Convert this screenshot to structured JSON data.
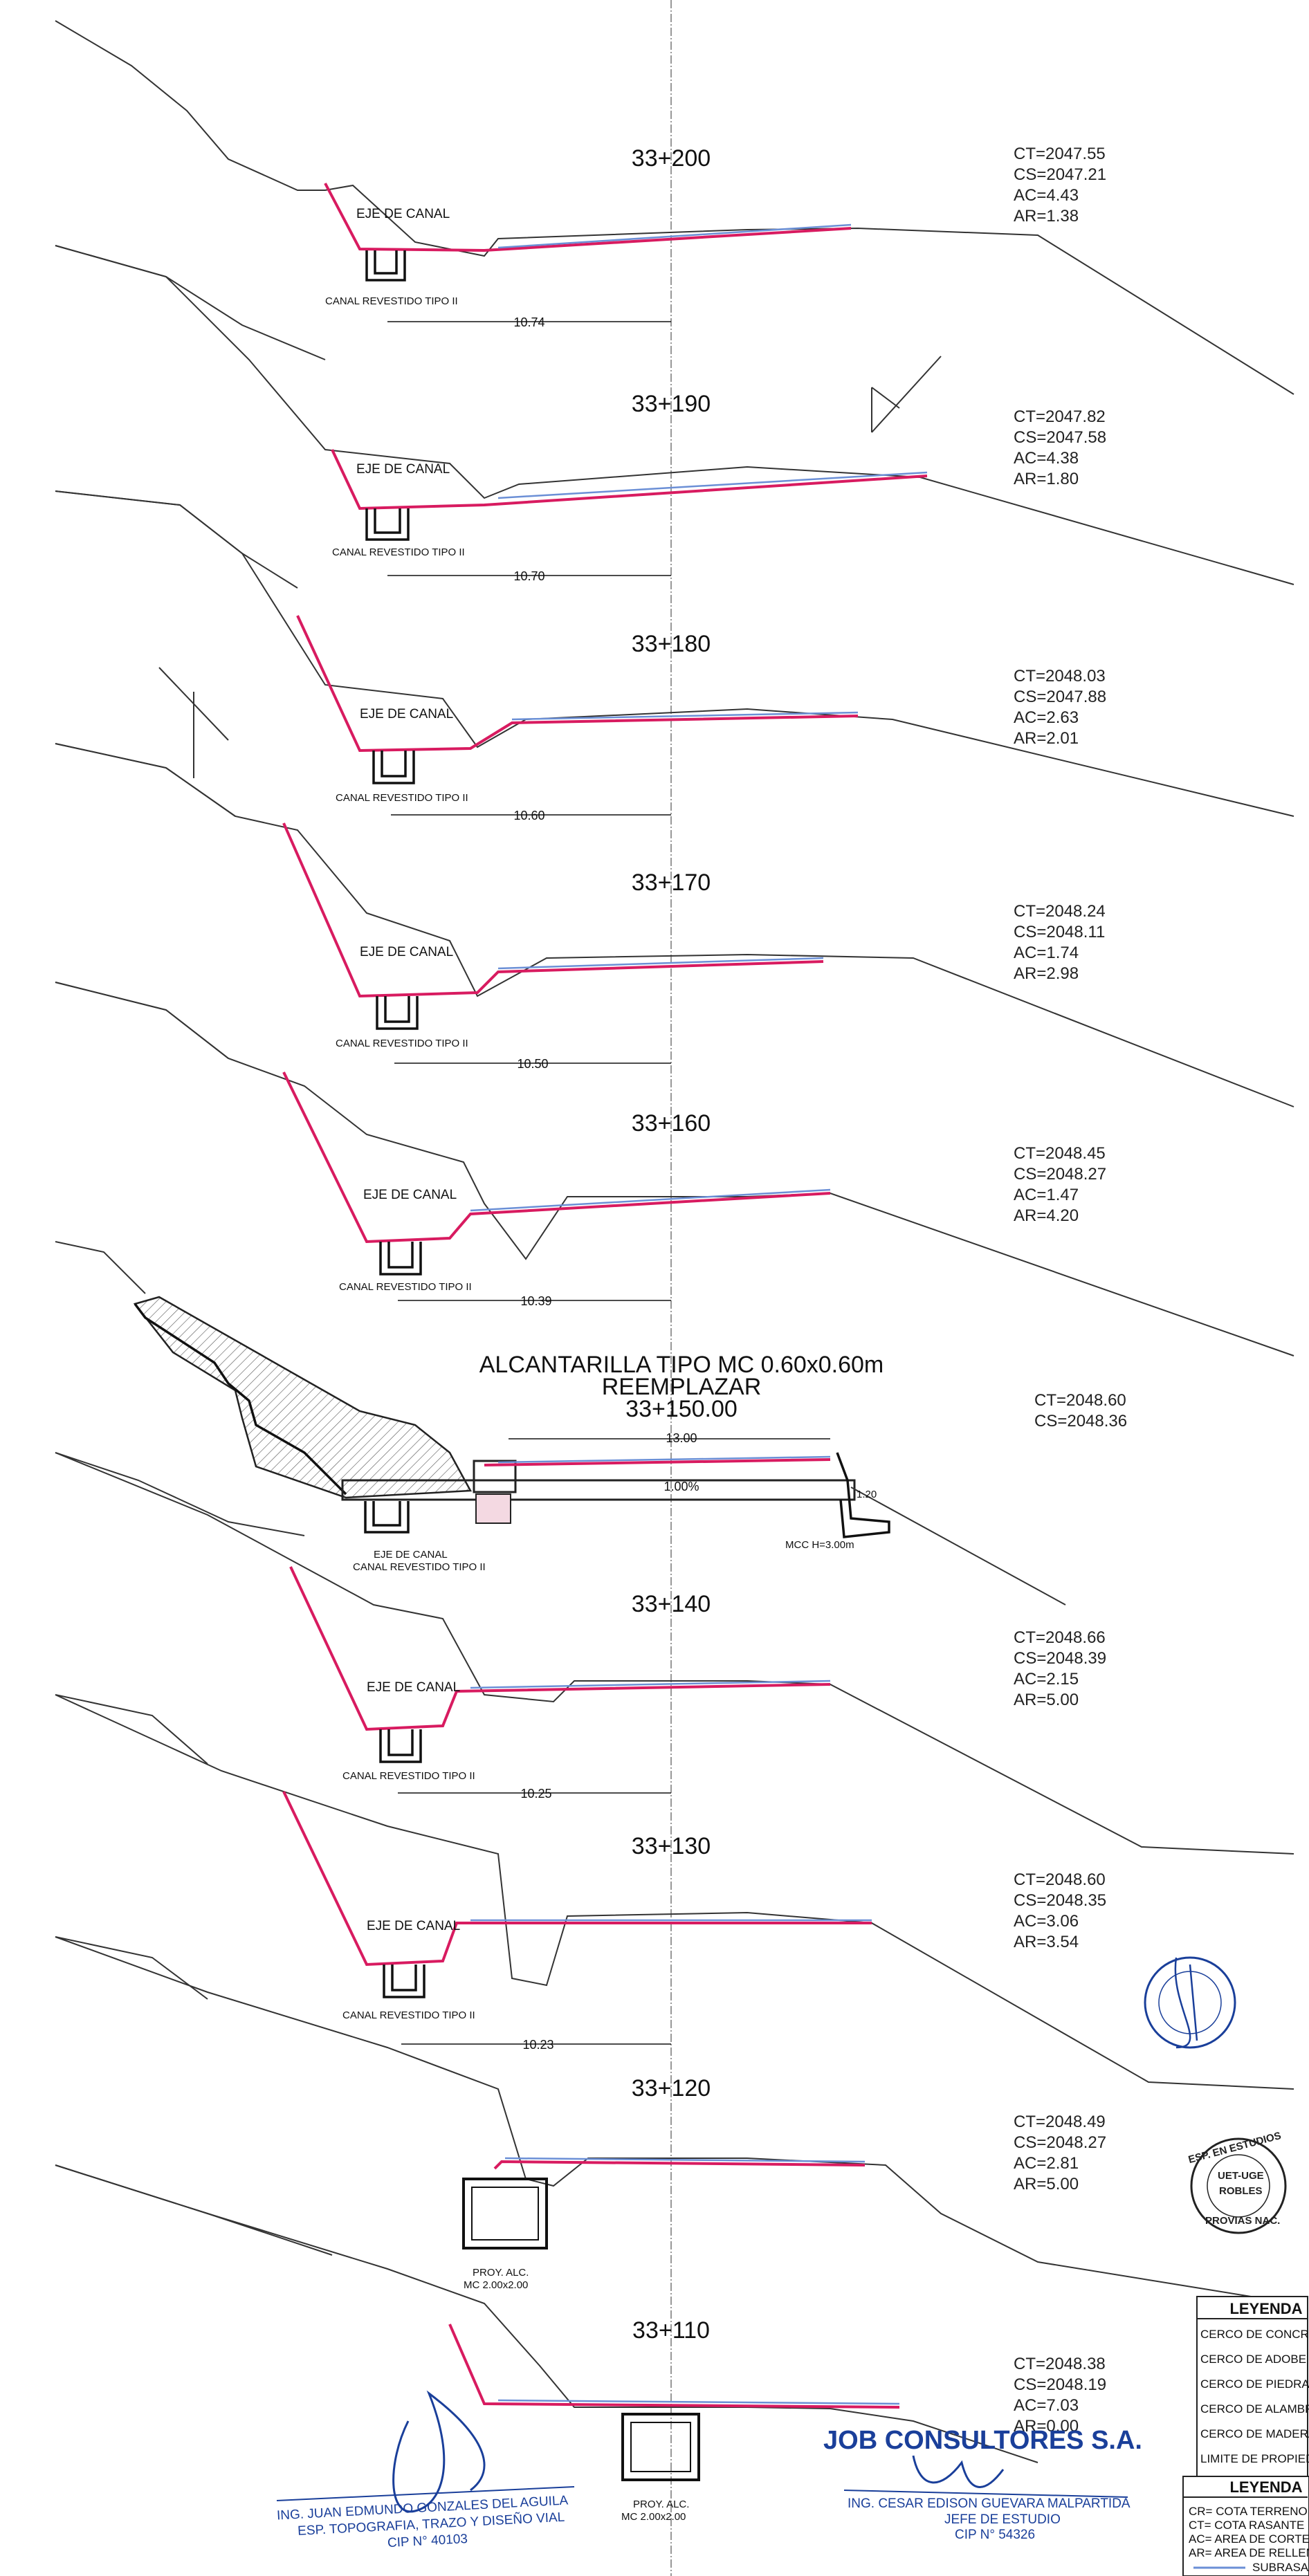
{
  "sections": [
    {
      "chainage": "33+200",
      "ct": "CT=2047.55",
      "cs": "CS=2047.21",
      "ac": "AC=4.43",
      "ar": "AR=1.38",
      "axis_label": "EJE DE CANAL",
      "canal_label": "CANAL REVESTIDO TIPO II",
      "dim": "10.74"
    },
    {
      "chainage": "33+190",
      "ct": "CT=2047.82",
      "cs": "CS=2047.58",
      "ac": "AC=4.38",
      "ar": "AR=1.80",
      "axis_label": "EJE DE CANAL",
      "canal_label": "CANAL REVESTIDO TIPO II",
      "dim": "10.70"
    },
    {
      "chainage": "33+180",
      "ct": "CT=2048.03",
      "cs": "CS=2047.88",
      "ac": "AC=2.63",
      "ar": "AR=2.01",
      "axis_label": "EJE DE CANAL",
      "canal_label": "CANAL REVESTIDO TIPO II",
      "dim": "10.60"
    },
    {
      "chainage": "33+170",
      "ct": "CT=2048.24",
      "cs": "CS=2048.11",
      "ac": "AC=1.74",
      "ar": "AR=2.98",
      "axis_label": "EJE DE CANAL",
      "canal_label": "CANAL REVESTIDO TIPO II",
      "dim": "10.50"
    },
    {
      "chainage": "33+160",
      "ct": "CT=2048.45",
      "cs": "CS=2048.27",
      "ac": "AC=1.47",
      "ar": "AR=4.20",
      "axis_label": "EJE DE CANAL",
      "canal_label": "CANAL REVESTIDO TIPO II",
      "dim": "10.39"
    },
    {
      "chainage": "33+140",
      "ct": "CT=2048.66",
      "cs": "CS=2048.39",
      "ac": "AC=2.15",
      "ar": "AR=5.00",
      "axis_label": "EJE DE CANAL",
      "canal_label": "CANAL REVESTIDO TIPO II",
      "dim": "10.25"
    },
    {
      "chainage": "33+130",
      "ct": "CT=2048.60",
      "cs": "CS=2048.35",
      "ac": "AC=3.06",
      "ar": "AR=3.54",
      "axis_label": "EJE DE CANAL",
      "canal_label": "CANAL REVESTIDO TIPO II",
      "dim": "10.23"
    },
    {
      "chainage": "33+120",
      "ct": "CT=2048.49",
      "cs": "CS=2048.27",
      "ac": "AC=2.81",
      "ar": "AR=5.00",
      "proy_line1": "PROY. ALC.",
      "proy_line2": "MC 2.00x2.00"
    },
    {
      "chainage": "33+110",
      "ct": "CT=2048.38",
      "cs": "CS=2048.19",
      "ac": "AC=7.03",
      "ar": "AR=0.00",
      "proy_line1": "PROY. ALC.",
      "proy_line2": "MC 2.00x2.00"
    }
  ],
  "culvert": {
    "title_line1": "ALCANTARILLA TIPO MC 0.60x0.60m",
    "title_line2": "REEMPLAZAR",
    "chainage": "33+150.00",
    "ct": "CT=2048.60",
    "cs": "CS=2048.36",
    "dim": "13.00",
    "slope": "1.00%",
    "slope_right": "1.20",
    "mcc": "MCC H=3.00m",
    "axis_label": "EJE DE CANAL",
    "canal_label": "CANAL REVESTIDO TIPO II"
  },
  "legend1": {
    "title": "LEYENDA",
    "items": [
      "CERCO DE CONCRETO",
      "CERCO DE ADOBE",
      "CERCO DE PIEDRA",
      "CERCO DE ALAMBRE",
      "CERCO DE MADERA",
      "LIMITE DE PROPIEDAD"
    ]
  },
  "legend2": {
    "title": "LEYENDA",
    "items": [
      "CR= COTA TERRENO",
      "CT= COTA RASANTE",
      "AC= AREA DE CORTE",
      "AR= AREA DE RELLENO",
      "SUBRASANTE"
    ]
  },
  "signature_left": {
    "line1": "ING. JUAN EDMUNDO GONZALES DEL AGUILA",
    "line2": "ESP. TOPOGRAFIA, TRAZO Y DISEÑO VIAL",
    "line3": "CIP N° 40103"
  },
  "signature_right": {
    "line1": "ING. CESAR EDISON GUEVARA MALPARTIDA",
    "line2": "JEFE DE ESTUDIO",
    "line3": "CIP N° 54326"
  },
  "company": "JOB CONSULTORES S.A.",
  "stamp_right": {
    "line1": "ESP. EN ESTUDIOS",
    "line2": "UET-UGE",
    "line3": "ROBLES",
    "line4": "PROVIAS NAC."
  },
  "colors": {
    "design": "#d81b60",
    "subgrade": "#6b8fd6",
    "ground": "#333333",
    "ink": "#1a3f9a"
  }
}
